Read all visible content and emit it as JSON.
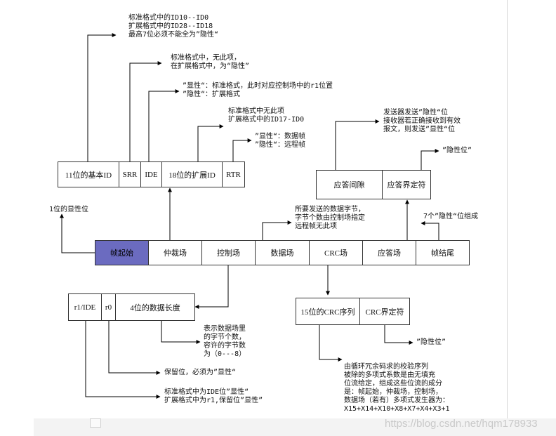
{
  "main_frame": {
    "cells": [
      "帧起始",
      "仲裁场",
      "控制场",
      "数据场",
      "CRC场",
      "应答场",
      "帧结尾"
    ]
  },
  "arbitration": {
    "cells": [
      "11位的基本ID",
      "SRR",
      "IDE",
      "18位的扩展ID",
      "RTR"
    ]
  },
  "ack": {
    "cells": [
      "应答间隙",
      "应答界定符"
    ]
  },
  "control": {
    "cells": [
      "r1/IDE",
      "r0",
      "4位的数据长度"
    ]
  },
  "crc": {
    "cells": [
      "15位的CRC序列",
      "CRC界定符"
    ]
  },
  "notes": {
    "base_id": "标准格式中的ID10--ID0\n扩展格式中的ID28--ID18\n最高7位必须不能全为”隐性“",
    "srr": "标准格式中，无此项，\n在扩展格式中，为“隐性”",
    "ide": "”显性“：标准格式，此时对应控制场中的r1位置\n”隐性“：扩展格式",
    "ext_id": "标准格式中无此项\n扩展格式中的ID17-ID0",
    "rtr": "”显性“：数据帧\n”隐性“：远程帧",
    "sof": "1位的显性位",
    "data": "所要发送的数据字节，\n字节个数由控制场指定\n远程帧无此项",
    "eof": "7个”隐性“位组成",
    "ack_slot": "发送器发送”隐性“位\n接收器若正确接收到有效\n报文，则发送”显性“位",
    "ack_delim": "”隐性位”",
    "dlc": "表示数据场里\n的字节个数，\n容许的字节数\n为（0---8）",
    "r0": "保留位，必须为”显性“",
    "r1": "标准格式中为IDE位”显性“\n扩展格式中为r1,保留位”显性”",
    "crc_delim": "”隐性位”",
    "crc_seq": "由循环冗余码求的校验序列\n被除的多项式系数是由无填充\n位流给定，组成这些位流的成分\n是：帧起始，仲裁场，控制场，\n数据场（若有）多项式发生器为：\nX15+X14+X10+X8+X7+X4+X3+1"
  },
  "watermark": "https://blog.csdn.net/hqm178933"
}
